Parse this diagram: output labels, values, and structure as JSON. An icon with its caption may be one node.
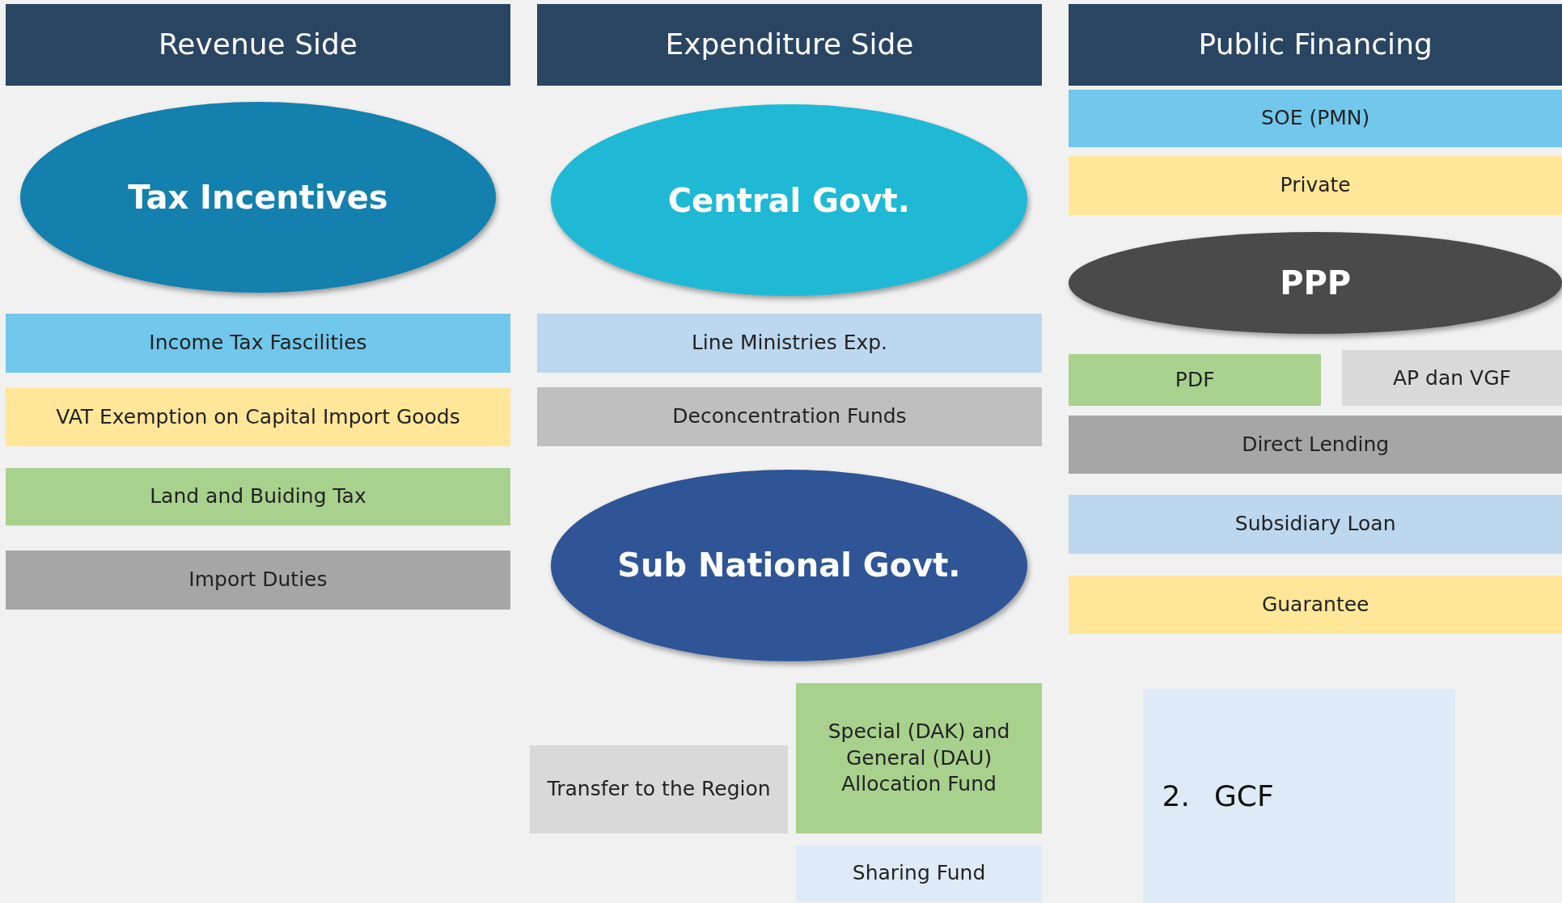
{
  "diagram": {
    "nodes": [
      {
        "text": [
          "Revenue Side"
        ]
      },
      {
        "text": [
          "Expenditure Side"
        ]
      },
      {
        "text": [
          "Public Financing"
        ]
      },
      {
        "text": [
          "SOE (PMN)"
        ]
      },
      {
        "text": [
          "Private"
        ]
      },
      {
        "text": [
          "Tax Incentives"
        ]
      },
      {
        "text": [
          "Central Govt."
        ]
      },
      {
        "text": [
          "PPP"
        ]
      },
      {
        "text": [
          "Income Tax Fascilities"
        ]
      },
      {
        "text": [
          "Line Ministries Exp."
        ]
      },
      {
        "text": [
          "PDF"
        ]
      },
      {
        "text": [
          "AP dan VGF"
        ]
      },
      {
        "text": [
          "VAT Exemption on Capital Import Goods"
        ]
      },
      {
        "text": [
          "Deconcentration Funds"
        ]
      },
      {
        "text": [
          "Direct Lending"
        ]
      },
      {
        "text": [
          "Land and Buiding Tax"
        ]
      },
      {
        "text": [
          "Subsidiary Loan"
        ]
      },
      {
        "text": [
          "Sub National Govt."
        ]
      },
      {
        "text": [
          "Import Duties"
        ]
      },
      {
        "text": [
          "Guarantee"
        ]
      },
      {
        "text": [
          "Special (DAK) and General (DAU) Allocation Fund"
        ]
      },
      {
        "text": [
          "Transfer to the Region"
        ]
      },
      {
        "text": [
          "Sharing Fund"
        ]
      },
      {
        "text": [
          "2.",
          "GCF"
        ]
      }
    ]
  }
}
